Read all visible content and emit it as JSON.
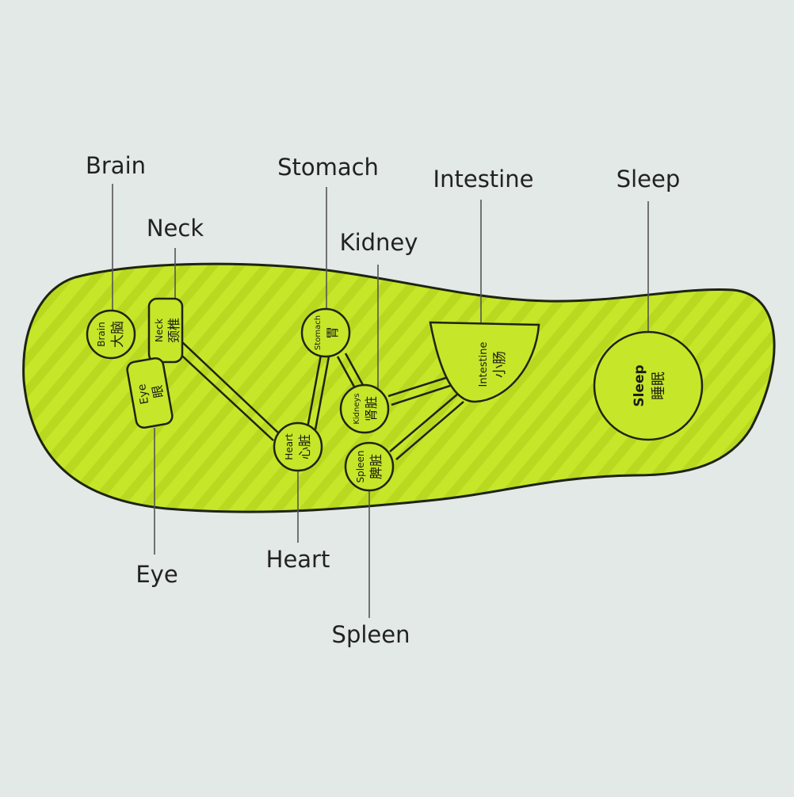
{
  "callouts": {
    "brain": "Brain",
    "neck": "Neck",
    "stomach": "Stomach",
    "kidney": "Kidney",
    "intestine": "Intestine",
    "sleep": "Sleep",
    "eye": "Eye",
    "heart": "Heart",
    "spleen": "Spleen"
  },
  "zones": {
    "brain": {
      "en": "Brain",
      "zh": "大脑"
    },
    "neck": {
      "en": "Neck",
      "zh": "颈椎"
    },
    "eye": {
      "en": "Eye",
      "zh": "眼"
    },
    "stomach": {
      "en": "Stomach",
      "zh": "胃"
    },
    "heart": {
      "en": "Heart",
      "zh": "心脏"
    },
    "kidney": {
      "en": "Kidneys",
      "zh": "肾脏"
    },
    "spleen": {
      "en": "Spleen",
      "zh": "脾脏"
    },
    "intestine": {
      "en": "Intestine",
      "zh": "小肠"
    },
    "sleep": {
      "en": "Sleep",
      "zh": "睡眠"
    }
  },
  "colors": {
    "background": "#e3e9e6",
    "insole": "#c6e62a",
    "insole_stripe": "#b4d21c",
    "outline": "#1e2414",
    "leader": "#555555"
  }
}
